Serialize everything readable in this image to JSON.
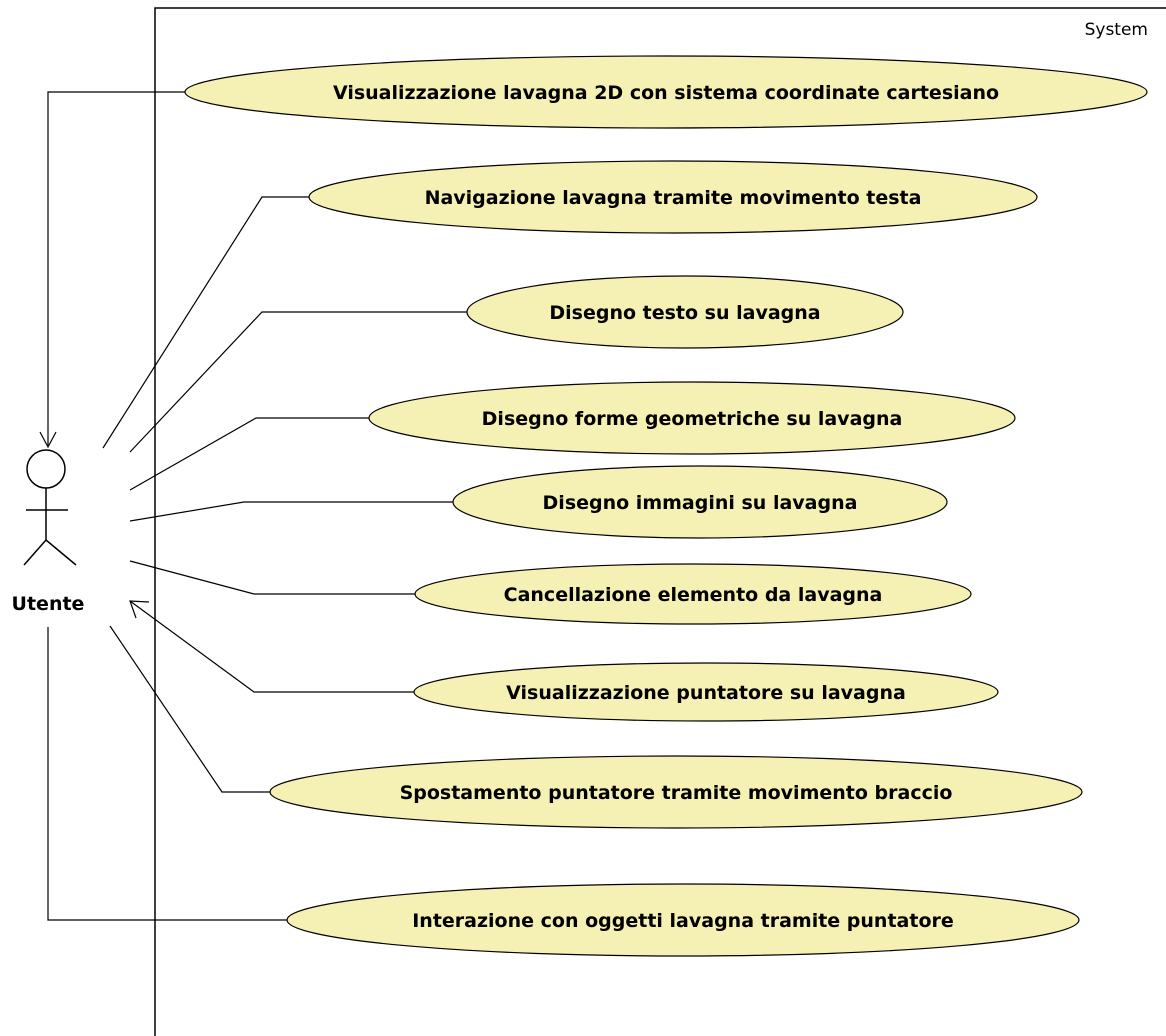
{
  "system": {
    "label": "System"
  },
  "actor": {
    "name": "Utente"
  },
  "use_cases": [
    {
      "id": "uc1",
      "label": "Visualizzazione lavagna 2D con sistema coordinate cartesiano"
    },
    {
      "id": "uc2",
      "label": "Navigazione lavagna tramite movimento testa"
    },
    {
      "id": "uc3",
      "label": "Disegno testo su lavagna"
    },
    {
      "id": "uc4",
      "label": "Disegno forme geometriche su lavagna"
    },
    {
      "id": "uc5",
      "label": "Disegno immagini su lavagna"
    },
    {
      "id": "uc6",
      "label": "Cancellazione elemento da lavagna"
    },
    {
      "id": "uc7",
      "label": "Visualizzazione puntatore su lavagna"
    },
    {
      "id": "uc8",
      "label": "Spostamento puntatore tramite movimento braccio"
    },
    {
      "id": "uc9",
      "label": "Interazione con oggetti lavagna tramite puntatore"
    }
  ],
  "colors": {
    "use_case_fill": "#f5f0b3",
    "stroke": "#000000"
  }
}
